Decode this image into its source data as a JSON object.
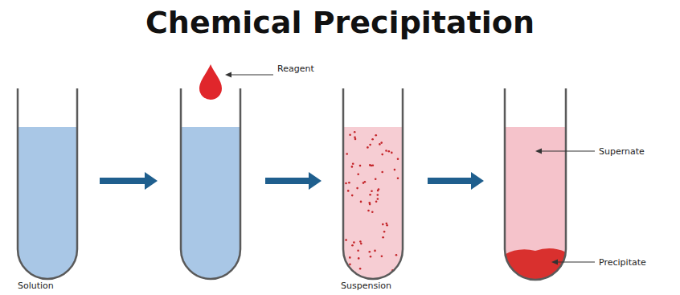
{
  "diagram": {
    "title": "Chemical Precipitation",
    "labels": [
      "Reagent",
      "Solution",
      "Suspension",
      "Supernate",
      "Precipitate"
    ]
  }
}
